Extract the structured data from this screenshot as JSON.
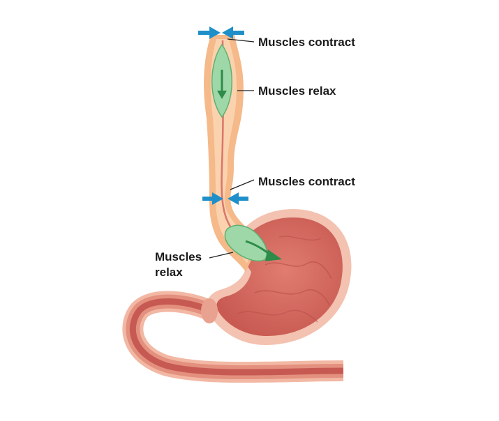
{
  "labels": {
    "top_contract": "Muscles contract",
    "top_relax": "Muscles relax",
    "mid_contract": "Muscles contract",
    "lower_relax_line1": "Muscles",
    "lower_relax_line2": "relax"
  },
  "icons": {
    "contraction_arrows": "arrow-icon",
    "bolus_direction": "down-arrow-icon"
  },
  "colors": {
    "esophagus_outer": "#f5b98a",
    "esophagus_inner": "#f8cfa8",
    "lumen": "#d9766a",
    "stomach_outer": "#e88f80",
    "stomach_inner": "#d56a60",
    "stomach_rim": "#f3c2b0",
    "bolus": "#9ed8a8",
    "bolus_edge": "#5fb071",
    "bolus_arrow": "#2e8b4a",
    "pressure_arrow": "#1f8fc9",
    "leader_line": "#222222"
  }
}
